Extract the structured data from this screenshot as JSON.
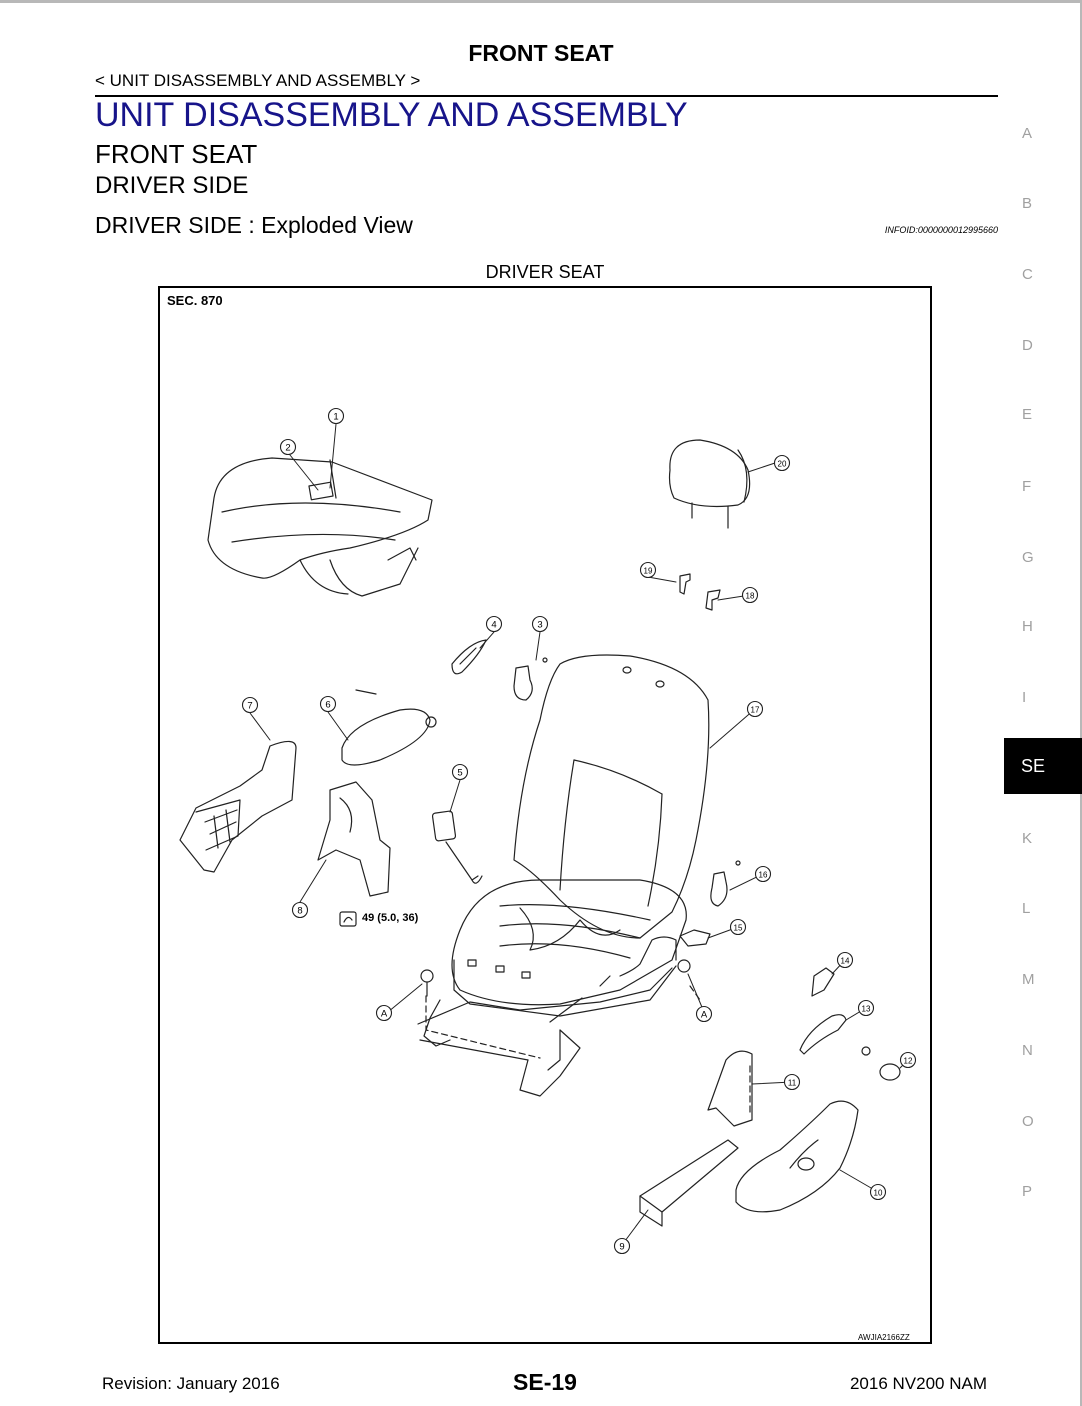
{
  "page": {
    "header_title": "FRONT SEAT",
    "breadcrumb": "< UNIT DISASSEMBLY AND ASSEMBLY >",
    "section_title": "UNIT DISASSEMBLY AND ASSEMBLY",
    "subtitle1": "FRONT SEAT",
    "subtitle2": "DRIVER SIDE",
    "subtitle3": "DRIVER SIDE : Exploded View",
    "info_id": "INFOID:0000000012995660"
  },
  "figure": {
    "title": "DRIVER SEAT",
    "sec_label": "SEC. 870",
    "torque_label": "49 (5.0, 36)",
    "code": "AWJIA2166ZZ",
    "callouts": [
      {
        "id": "c1",
        "label": "1"
      },
      {
        "id": "c2",
        "label": "2"
      },
      {
        "id": "c3",
        "label": "3"
      },
      {
        "id": "c4",
        "label": "4"
      },
      {
        "id": "c5",
        "label": "5"
      },
      {
        "id": "c6",
        "label": "6"
      },
      {
        "id": "c7",
        "label": "7"
      },
      {
        "id": "c8",
        "label": "8"
      },
      {
        "id": "c9",
        "label": "9"
      },
      {
        "id": "c10",
        "label": "10"
      },
      {
        "id": "c11",
        "label": "11"
      },
      {
        "id": "c12",
        "label": "12"
      },
      {
        "id": "c13",
        "label": "13"
      },
      {
        "id": "c14",
        "label": "14"
      },
      {
        "id": "c15",
        "label": "15"
      },
      {
        "id": "c16",
        "label": "16"
      },
      {
        "id": "c17",
        "label": "17"
      },
      {
        "id": "c18",
        "label": "18"
      },
      {
        "id": "c19",
        "label": "19"
      },
      {
        "id": "c20",
        "label": "20"
      },
      {
        "id": "cA1",
        "label": "A"
      },
      {
        "id": "cA2",
        "label": "A"
      }
    ]
  },
  "tabs": [
    "A",
    "B",
    "C",
    "D",
    "E",
    "F",
    "G",
    "H",
    "I",
    "SE",
    "K",
    "L",
    "M",
    "N",
    "O",
    "P"
  ],
  "active_tab": "SE",
  "footer": {
    "revision": "Revision: January 2016",
    "page_number": "SE-19",
    "model": "2016 NV200 NAM"
  }
}
